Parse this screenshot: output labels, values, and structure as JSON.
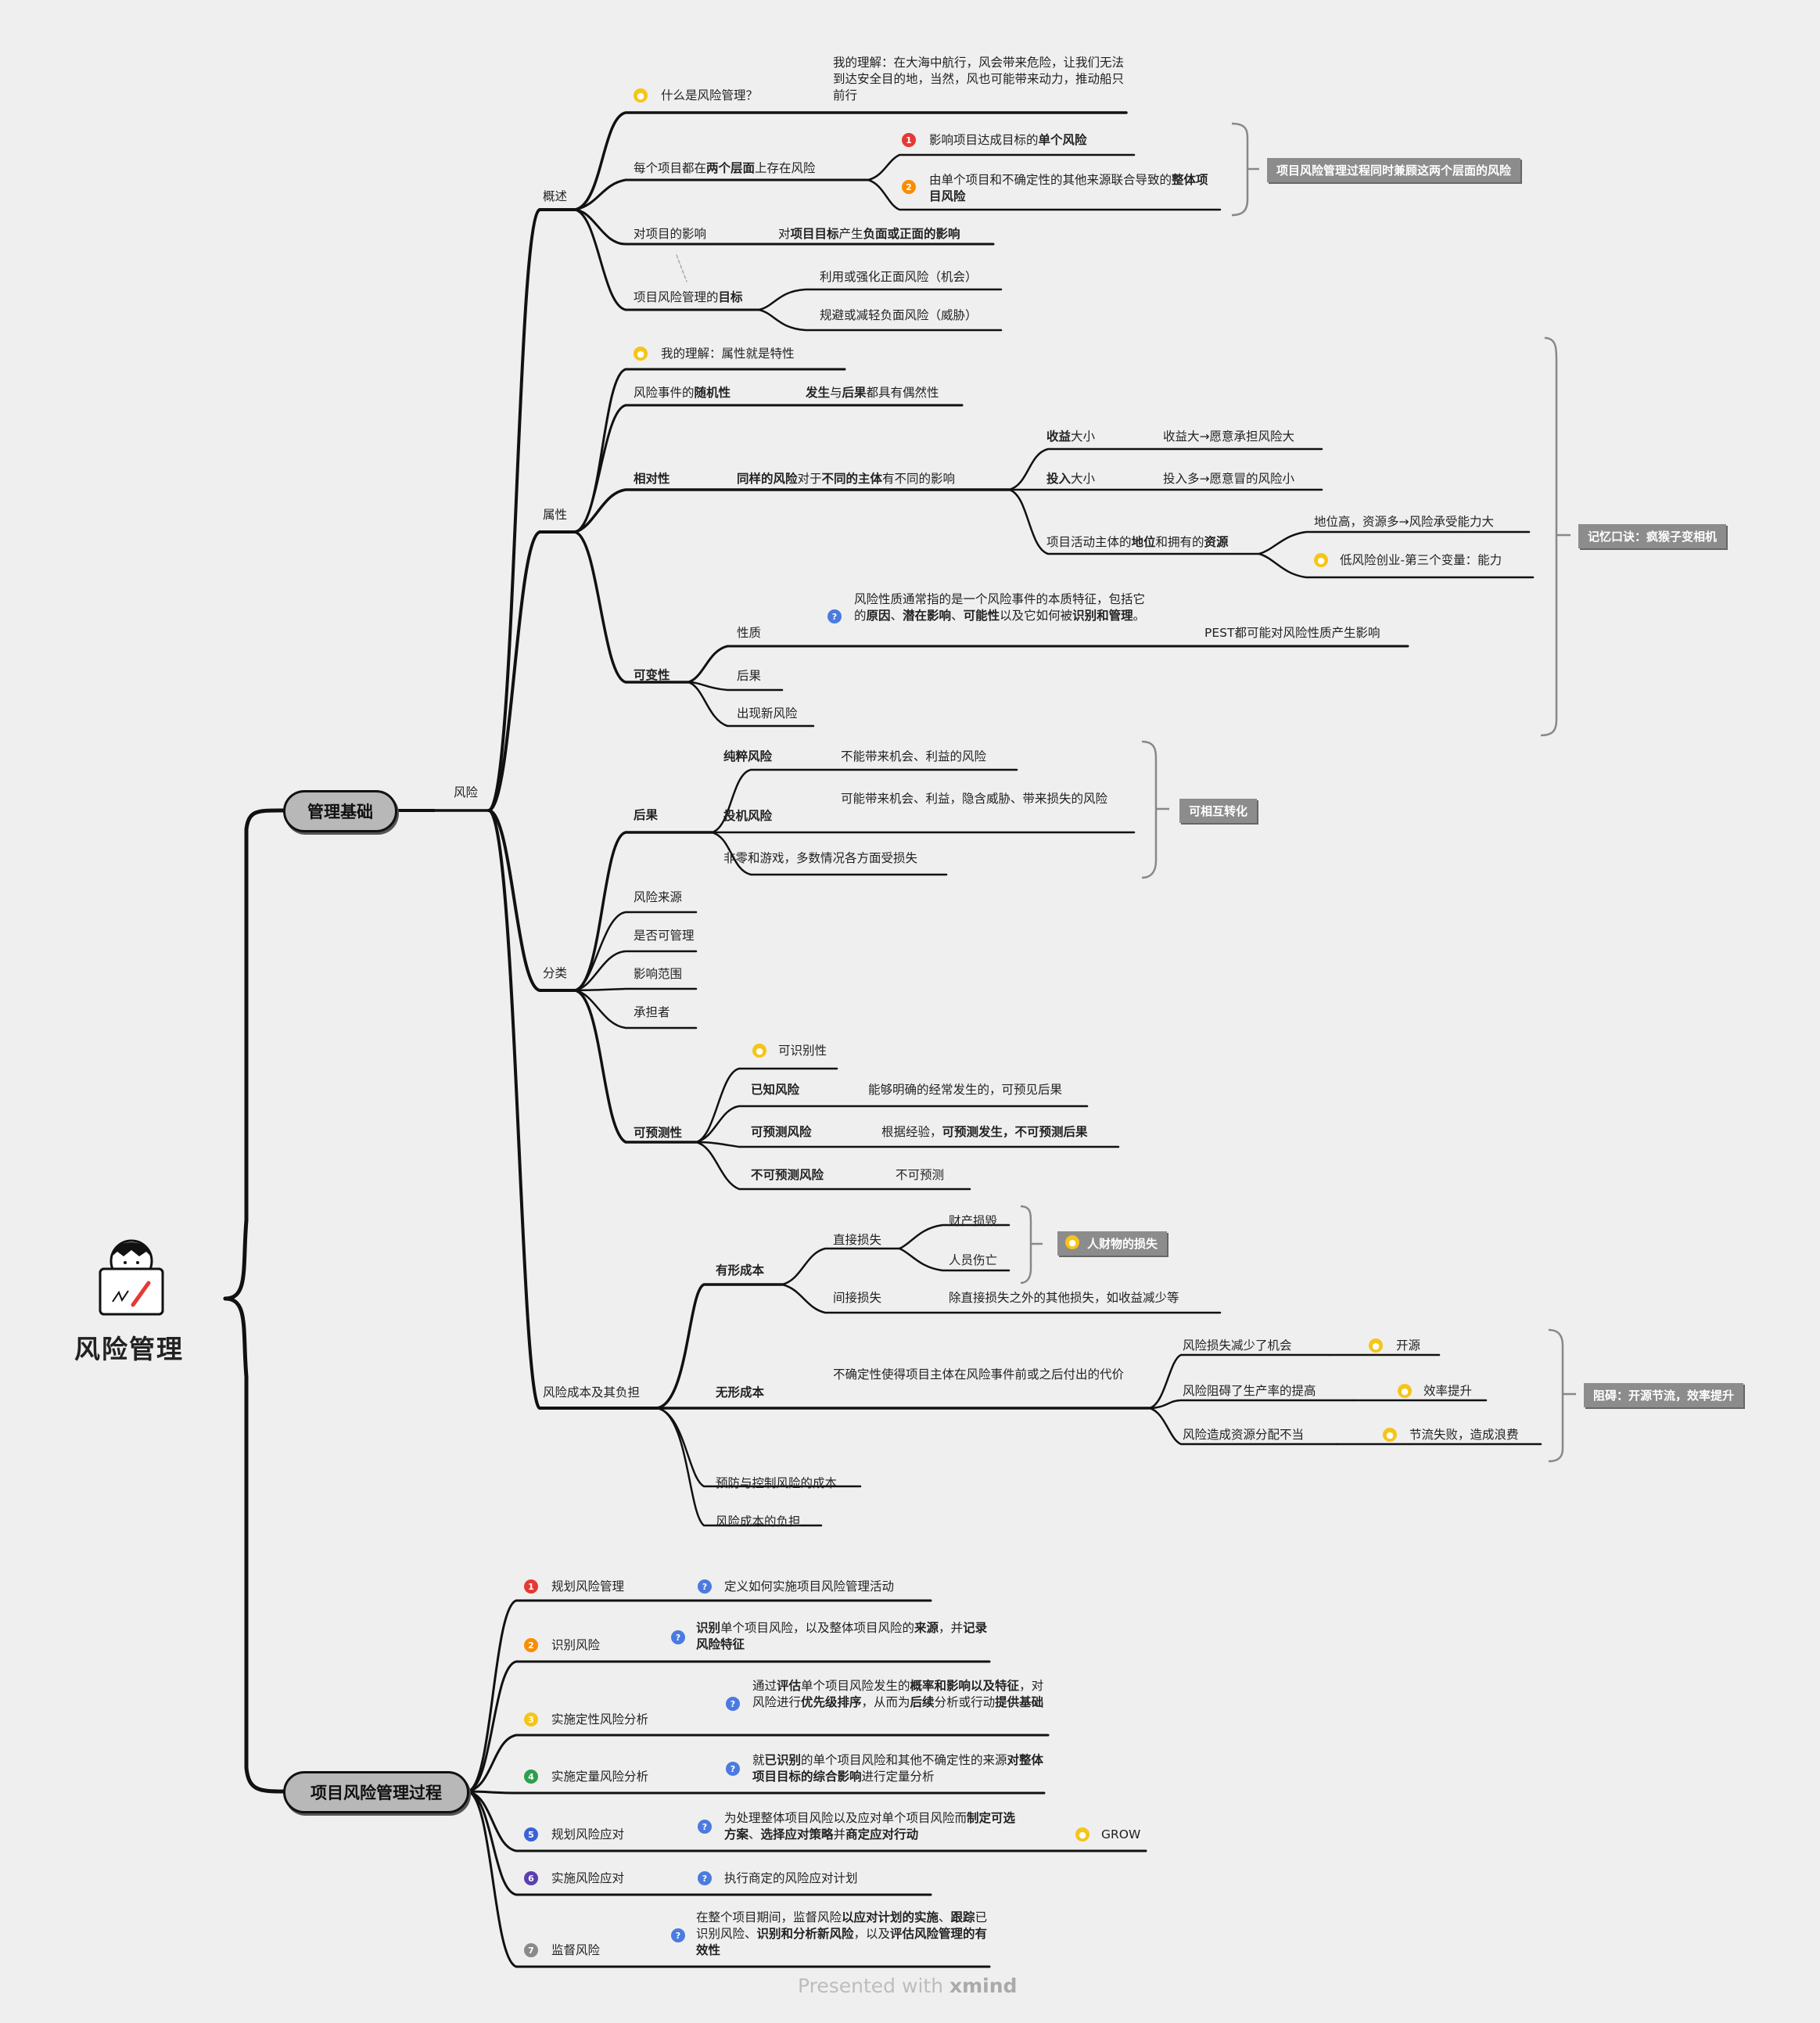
{
  "root": {
    "title": "风险管理"
  },
  "main": {
    "basics": "管理基础",
    "process": "项目风险管理过程"
  },
  "risk": "风险",
  "overview": {
    "label": "概述",
    "what_q": "什么是风险管理？",
    "what_note": "我的理解：在大海中航行，风会带来危险，让我们无法到达安全目的地，当然，风也可能带来动力，推动船只前行",
    "levels_pre": "每个项目都在",
    "levels_bold": "两个层面",
    "levels_post": "上存在风险",
    "single_pre": "影响项目达成目标的",
    "single_bold": "单个风险",
    "overall_pre": "由单个项目和不确定性的其他来源联合导致的",
    "overall_bold": "整体项目风险",
    "levels_tag": "项目风险管理过程同时兼顾这两个层面的风险",
    "impact": "对项目的影响",
    "impact_pre": "对",
    "impact_bold1": "项目目标",
    "impact_mid": "产生",
    "impact_bold2": "负面或正面的影响",
    "goal_pre": "项目风险管理的",
    "goal_bold": "目标",
    "goal_1": "利用或强化正面风险（机会）",
    "goal_2": "规避或减轻负面风险（威胁）"
  },
  "attr": {
    "label": "属性",
    "note": "我的理解：属性就是特性",
    "random_pre": "风险事件的",
    "random_bold": "随机性",
    "random_d1": "发生",
    "random_d2": "与",
    "random_d3": "后果",
    "random_d4": "都具有偶然性",
    "relative": "相对性",
    "rel_b1": "同样的风险",
    "rel_m1": "对于",
    "rel_b2": "不同的主体",
    "rel_m2": "有不同的影响",
    "gain_bold": "收益",
    "gain_post": "大小",
    "gain_d": "收益大→愿意承担风险大",
    "invest_bold": "投入",
    "invest_post": "大小",
    "invest_d": "投入多→愿意冒的风险小",
    "status_pre": "项目活动主体的",
    "status_b1": "地位",
    "status_mid": "和拥有的",
    "status_b2": "资源",
    "status_d1": "地位高，资源多→风险承受能力大",
    "status_d2": "低风险创业-第三个变量：能力",
    "variable": "可变性",
    "nature": "性质",
    "nature_note_1": "风险性质通常指的是一个风险事件的本质特征，包括它的",
    "nature_b1": "原因",
    "nature_b2": "潜在影响",
    "nature_b3": "可能性",
    "nature_note_2": "以及它如何被",
    "nature_b4": "识别和管理",
    "nature_pest": "PEST都可能对风险性质产生影响",
    "consequence": "后果",
    "new_risk": "出现新风险",
    "tag": "记忆口诀：疯猴子变相机"
  },
  "classify": {
    "label": "分类",
    "result": "后果",
    "pure": "纯粹风险",
    "pure_d": "不能带来机会、利益的风险",
    "spec": "投机风险",
    "spec_d": "可能带来机会、利益，隐含威胁、带来损失的风险",
    "zero": "非零和游戏，多数情况各方面受损失",
    "mutual_tag": "可相互转化",
    "source": "风险来源",
    "manageable": "是否可管理",
    "scope": "影响范围",
    "bearer": "承担者",
    "predict": "可预测性",
    "identifiable": "可识别性",
    "known": "已知风险",
    "known_d": "能够明确的经常发生的，可预见后果",
    "predictable": "可预测风险",
    "predictable_d1": "根据经验，",
    "predictable_d2": "可预测发生，不可预测后果",
    "unpredictable": "不可预测风险",
    "unpredictable_d": "不可预测"
  },
  "cost": {
    "label": "风险成本及其负担",
    "tangible": "有形成本",
    "direct": "直接损失",
    "property": "财产损毁",
    "casualty": "人员伤亡",
    "people_tag": "人财物的损失",
    "indirect": "间接损失",
    "indirect_d": "除直接损失之外的其他损失，如收益减少等",
    "intangible": "无形成本",
    "intangible_d": "不确定性使得项目主体在风险事件前或之后付出的代价",
    "loss_opp": "风险损失减少了机会",
    "open": "开源",
    "hinder": "风险阻碍了生产率的提高",
    "efficiency": "效率提升",
    "misalloc": "风险造成资源分配不当",
    "save": "节流失败，造成浪费",
    "hinder_tag": "阻碍：开源节流，效率提升",
    "prevent": "预防与控制风险的成本",
    "burden": "风险成本的负担"
  },
  "process": {
    "steps": [
      {
        "n": "1",
        "label": "规划风险管理",
        "d": "定义如何实施项目风险管理活动"
      },
      {
        "n": "2",
        "label": "识别风险",
        "d1b": "识别",
        "d1": "单个项目风险，以及整体项目风险的",
        "d1b2": "来源",
        "d2": "，并",
        "d2b": "记录风险特征"
      },
      {
        "n": "3",
        "label": "实施定性风险分析",
        "d1": "通过",
        "d1b": "评估",
        "d1m": "单个项目风险发生的",
        "d1b2": "概率和影响以及特征",
        "d2": "，对风险进行",
        "d2b": "优先级排序",
        "d2m": "，从而为",
        "d2b2": "后续",
        "d2m2": "分析或行动",
        "d2b3": "提供基础"
      },
      {
        "n": "4",
        "label": "实施定量风险分析",
        "d1": "就",
        "d1b": "已识别",
        "d1m": "的单个项目风险和其他不确定性的来源",
        "d2b": "对整体项目目标的综合影响",
        "d2": "进行定量分析"
      },
      {
        "n": "5",
        "label": "规划风险应对",
        "d1": "为处理整体项目风险以及应对单个项目风险而",
        "d1b": "制定可选方案",
        "d2": "、",
        "d2b": "选择应对策略",
        "d2m": "并",
        "d2b2": "商定应对行动",
        "extra": "GROW"
      },
      {
        "n": "6",
        "label": "实施风险应对",
        "d": "执行商定的风险应对计划"
      },
      {
        "n": "7",
        "label": "监督风险",
        "d1": "在整个项目期间，监督风险",
        "d1b": "以应对计划的实施",
        "d1m": "、",
        "d2b": "跟踪",
        "d2": "已识别风险、",
        "d2b2": "识别和分析新风险",
        "d2m": "，以及",
        "d2b3": "评估风险管理的有效性"
      }
    ]
  },
  "footer": {
    "presented": "Presented with ",
    "brand": "xmind"
  },
  "colors": {
    "background": "#efefef",
    "line": "#111111",
    "pill": "#b8b8b8",
    "tag": "#8c8c8c",
    "bracket": "#888888"
  }
}
